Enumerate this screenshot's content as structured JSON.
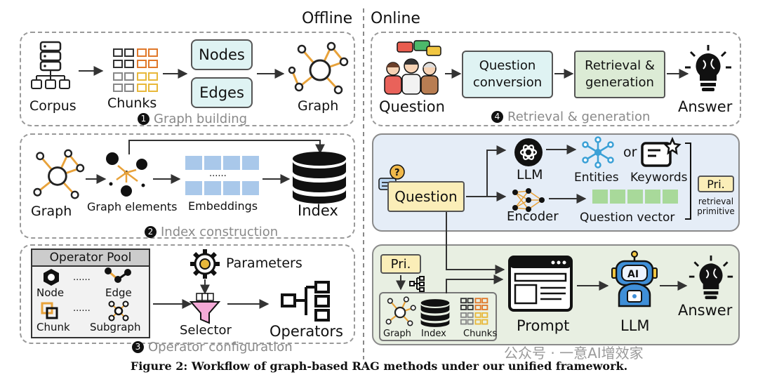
{
  "headers": {
    "offline": "Offline",
    "online": "Online"
  },
  "graph_building": {
    "corpus": "Corpus",
    "chunks": "Chunks",
    "nodes": "Nodes",
    "edges": "Edges",
    "graph": "Graph",
    "step_num": "1",
    "step_label": "Graph building"
  },
  "index_construction": {
    "graph": "Graph",
    "graph_elements": "Graph elements",
    "embeddings": "Embeddings",
    "dots": "......",
    "index": "Index",
    "step_num": "2",
    "step_label": "Index construction"
  },
  "operator_config": {
    "pool_title": "Operator Pool",
    "node": "Node",
    "edge": "Edge",
    "chunk": "Chunk",
    "subgraph": "Subgraph",
    "dots": "......",
    "parameters": "Parameters",
    "selector": "Selector",
    "operators": "Operators",
    "step_num": "3",
    "step_label": "Operator configuration"
  },
  "retrieval_generation": {
    "question": "Question",
    "question_conversion": "Question conversion",
    "retrieval_generation": "Retrieval & generation",
    "answer": "Answer",
    "step_num": "4",
    "step_label": "Retrieval & generation"
  },
  "conversion_panel": {
    "question": "Question",
    "llm": "LLM",
    "encoder": "Encoder",
    "entities": "Entities",
    "or": "or",
    "keywords": "Keywords",
    "question_vector": "Question vector",
    "pri": "Pri.",
    "retrieval_primitive": "retrieval primitive"
  },
  "generation_panel": {
    "pri": "Pri.",
    "graph": "Graph",
    "index": "Index",
    "chunks": "Chunks",
    "prompt": "Prompt",
    "llm": "LLM",
    "ai": "AI",
    "answer": "Answer"
  },
  "watermark": "公众号 · 一意AI增效家",
  "caption": "Figure 2: Workflow of graph-based RAG methods under our unified framework.",
  "colors": {
    "orange": "#e8a23a",
    "teal_fill": "#dff3f3",
    "green_fill": "#dcebd5",
    "yellow_fill": "#fbeeb8",
    "blue_panel": "#e5edf7",
    "green_panel": "#e8efe2",
    "embed_blue": "#a9c8ea",
    "vector_green": "#a8d99a"
  }
}
